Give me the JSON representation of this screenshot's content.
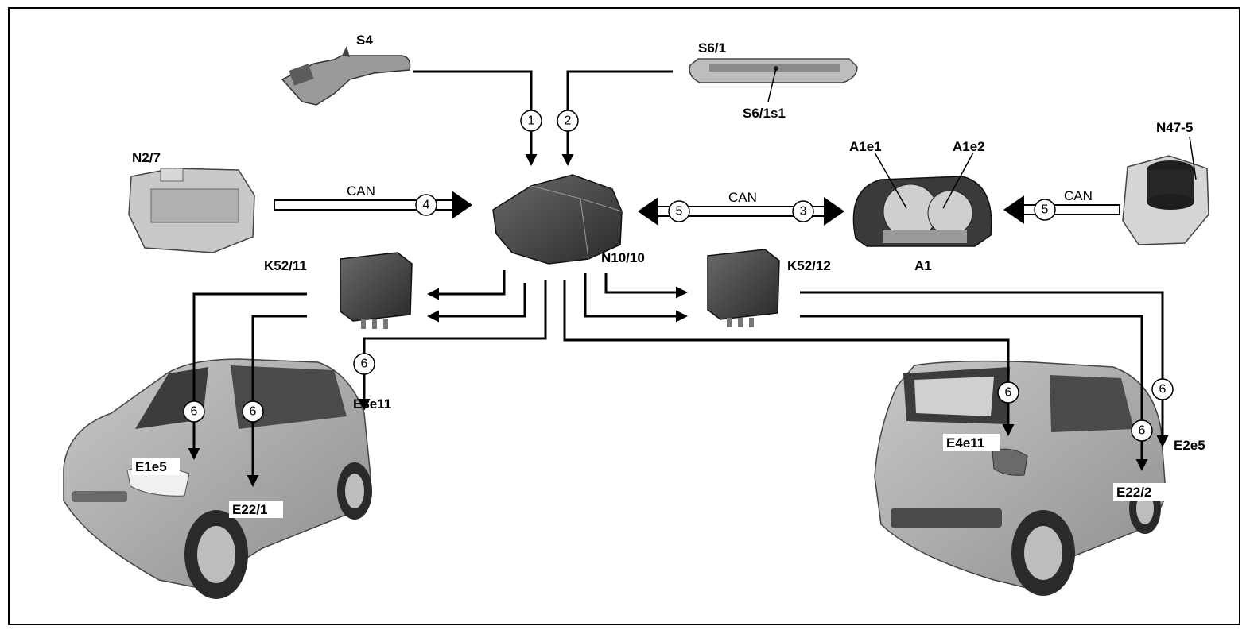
{
  "components": {
    "s4": "S4",
    "s6_1": "S6/1",
    "s6_1s1": "S6/1s1",
    "n2_7": "N2/7",
    "n10_10": "N10/10",
    "a1": "A1",
    "a1e1": "A1e1",
    "a1e2": "A1e2",
    "n47_5": "N47-5",
    "k52_11": "K52/11",
    "k52_12": "K52/12"
  },
  "lamps": {
    "e1e5": "E1e5",
    "e22_1": "E22/1",
    "e3e11": "E3e11",
    "e4e11": "E4e11",
    "e22_2": "E22/2",
    "e2e5": "E2e5"
  },
  "bus_labels": {
    "can_left": "CAN",
    "can_middle": "CAN",
    "can_right": "CAN"
  },
  "signal_numbers": {
    "s1": "1",
    "s2": "2",
    "s3": "3",
    "s4": "4",
    "s5a": "5",
    "s5b": "5",
    "s6": "6"
  }
}
